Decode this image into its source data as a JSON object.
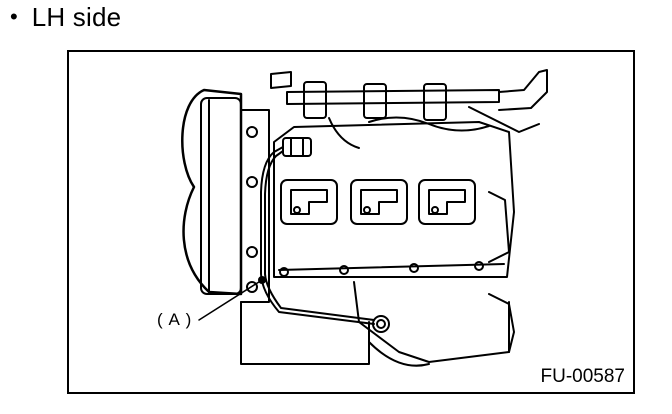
{
  "heading": {
    "bullet": "•",
    "text": "LH side"
  },
  "figure": {
    "callout_label": "( A )",
    "code": "FU-00587"
  },
  "colors": {
    "ink": "#000000",
    "paper": "#ffffff"
  }
}
